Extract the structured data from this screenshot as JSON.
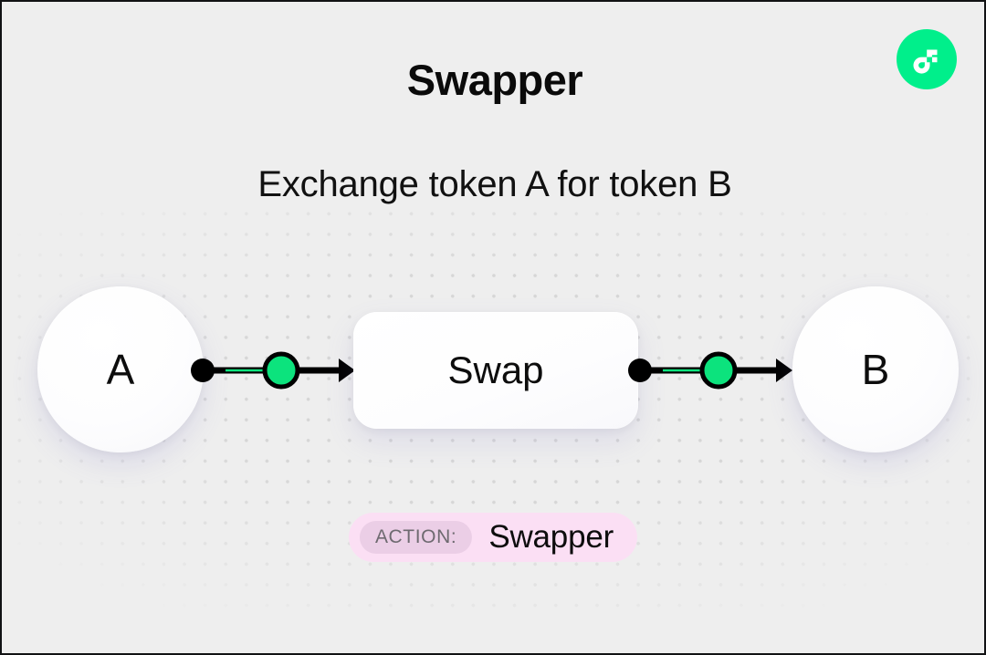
{
  "meta": {
    "background_color": "#eeeeee",
    "accent_green": "#00ef8b",
    "node_green": "#0ce37d",
    "badge_bg": "#fbdff4",
    "badge_key_bg": "#ebcee6",
    "dot_color": "#d4d4d4"
  },
  "logo": {
    "name": "flow-logo",
    "color": "#00ef8b"
  },
  "header": {
    "title": "Swapper",
    "subtitle": "Exchange token A for token B"
  },
  "diagram": {
    "nodes": [
      {
        "id": "a",
        "label": "A",
        "shape": "circle"
      },
      {
        "id": "swap",
        "label": "Swap",
        "shape": "rounded-rect"
      },
      {
        "id": "b",
        "label": "B",
        "shape": "circle"
      }
    ],
    "edges": [
      {
        "id": "edge-1",
        "from": "a",
        "to": "swap",
        "direction": "right"
      },
      {
        "id": "edge-2",
        "from": "swap",
        "to": "b",
        "direction": "right"
      }
    ]
  },
  "action_badge": {
    "key": "ACTION:",
    "value": "Swapper"
  }
}
